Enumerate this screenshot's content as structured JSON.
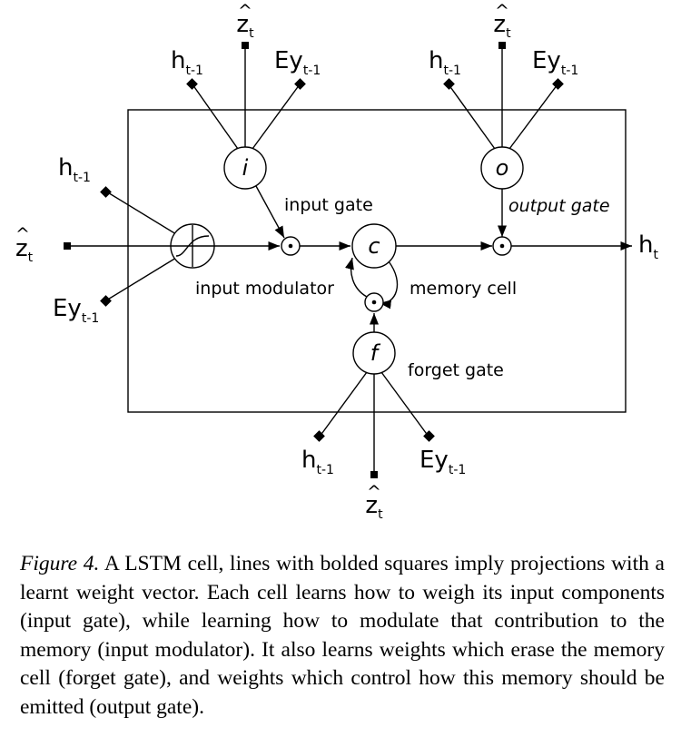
{
  "diagram": {
    "nodes": {
      "input_gate": "i",
      "output_gate": "o",
      "forget_gate": "f",
      "memory": "c"
    },
    "labels": {
      "input_gate": "input gate",
      "output_gate": "output gate",
      "input_modulator": "input modulator",
      "memory_cell": "memory cell",
      "forget_gate": "forget gate"
    },
    "inputs": {
      "h": "h",
      "h_sub": "t-1",
      "ey": "Ey",
      "ey_sub": "t-1",
      "z": "z",
      "z_hat": "^",
      "z_sub": "t"
    },
    "output": {
      "h": "h",
      "h_sub": "t"
    }
  },
  "caption": {
    "figure_label": "Figure 4.",
    "text": "A LSTM cell, lines with bolded squares imply projections with a learnt weight vector. Each cell learns how to weigh its input components (input gate), while learning how to modulate that contribution to the memory (input modulator). It also learns weights which erase the memory cell (forget gate), and weights which control how this memory should be emitted (output gate)."
  }
}
